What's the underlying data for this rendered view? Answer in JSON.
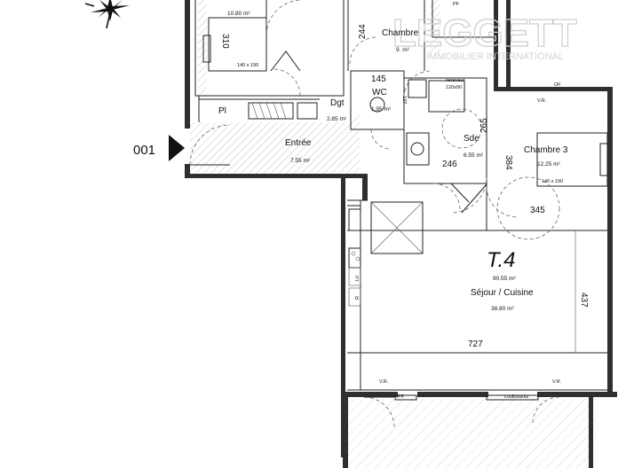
{
  "watermark": {
    "brand": "LEGGETT",
    "tagline": "IMMOBILIER INTERNATIONAL"
  },
  "apartment": {
    "type": "T.4",
    "total_area": "90.55 m²"
  },
  "unit_label": "001",
  "rooms": {
    "chambre1": {
      "area": "10.80 m²",
      "bed": "140 x 190",
      "dim_side": "310"
    },
    "chambre2": {
      "name": "Chambre",
      "area": "9.  m²",
      "dim_side": "244"
    },
    "dgt": {
      "name": "Dgt",
      "area": "2.85 m²"
    },
    "wc": {
      "name": "WC",
      "area": "1.95 m²",
      "dim_top": "145",
      "dim_side": "137"
    },
    "entree": {
      "name": "Entrée",
      "area": "7.55 m²"
    },
    "sde": {
      "name": "Sde",
      "area": "6.55 m²",
      "shower": "receveur",
      "shower_size": "120x90",
      "dim_side": "265",
      "dim_bottom": "246"
    },
    "chambre3": {
      "name": "Chambre 3",
      "area": "12.25 m²",
      "bed": "140 x 190",
      "dim_side": "384",
      "dim_bottom": "345"
    },
    "sejour": {
      "name": "Séjour / Cuisine",
      "area": "38.80 m²",
      "dim_width": "727",
      "dim_side": "437"
    }
  },
  "labels": {
    "placard": "Pl",
    "pf": "PF",
    "pf2": "PF",
    "of": "OF",
    "vr1": "V.R.",
    "vr2": "V.R.",
    "vr3": "V.R.",
    "coulissants": "coulissants",
    "lv": "LV",
    "r": "R"
  },
  "icons": [
    "compass-rose-icon",
    "entrance-arrow-icon"
  ],
  "colors": {
    "wall": "#2f2f2f",
    "line": "#222222",
    "watermark": "#cfcfcf"
  }
}
